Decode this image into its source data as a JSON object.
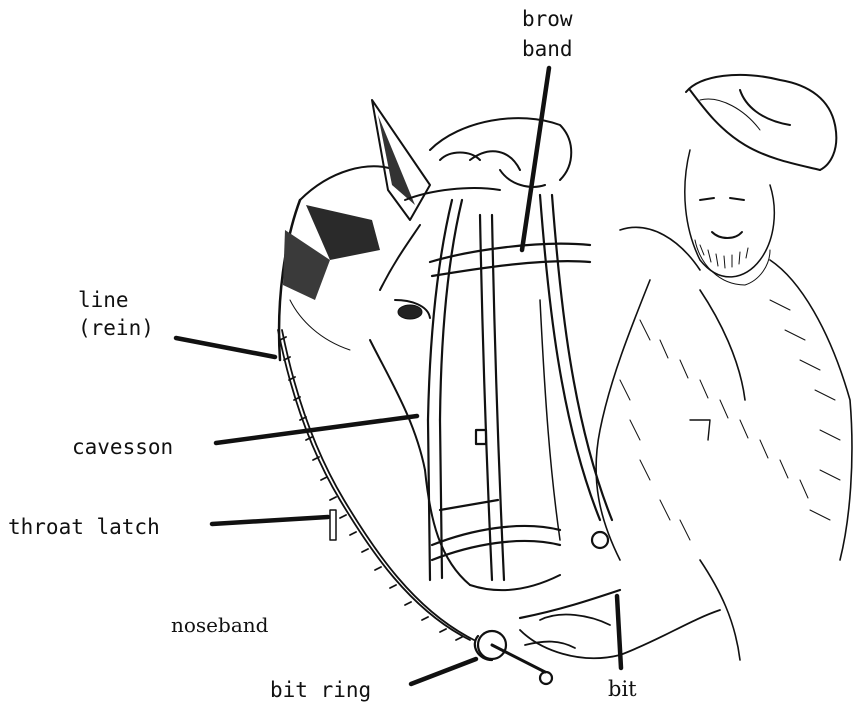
{
  "labels": {
    "brow_band": [
      "brow",
      "band"
    ],
    "line_rein": [
      "line",
      "(rein)"
    ],
    "cavesson": "cavesson",
    "throat_latch": "throat latch",
    "noseband": "noseband",
    "bit_ring": "bit ring",
    "bit": "bit"
  },
  "colors": {
    "ink": "#111111",
    "paper": "#ffffff"
  }
}
